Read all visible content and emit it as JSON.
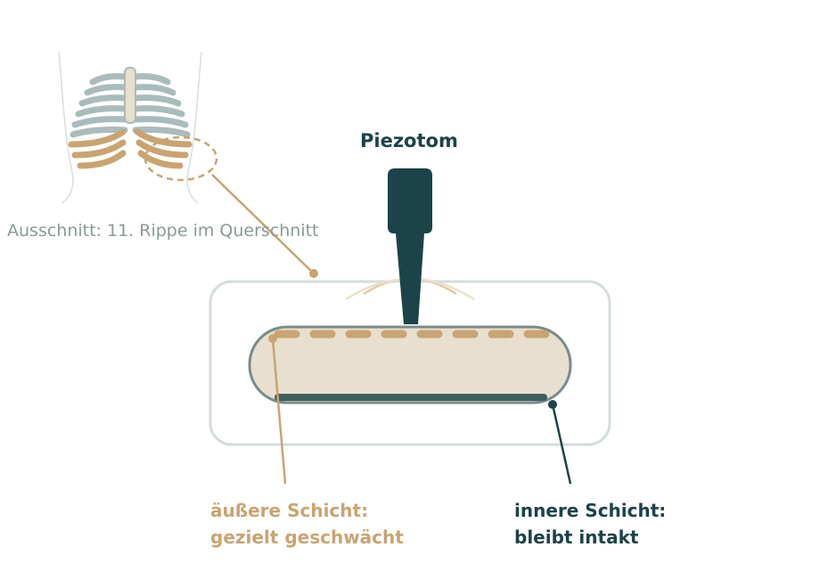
{
  "thorax": {
    "caption": "Ausschnitt: 11. Rippe im Querschnitt"
  },
  "tool": {
    "name": "Piezotom"
  },
  "layers": {
    "outer": {
      "line1": "äußere Schicht:",
      "line2": "gezielt geschwächt"
    },
    "inner": {
      "line1": "innere Schicht:",
      "line2": "bleibt intakt"
    }
  },
  "colors": {
    "accent_tan": "#c9a472",
    "dark_teal": "#1c4349",
    "rib_grey": "#a9bcbb",
    "bone_fill": "#e8dfcf",
    "frame": "#d3ddda"
  }
}
